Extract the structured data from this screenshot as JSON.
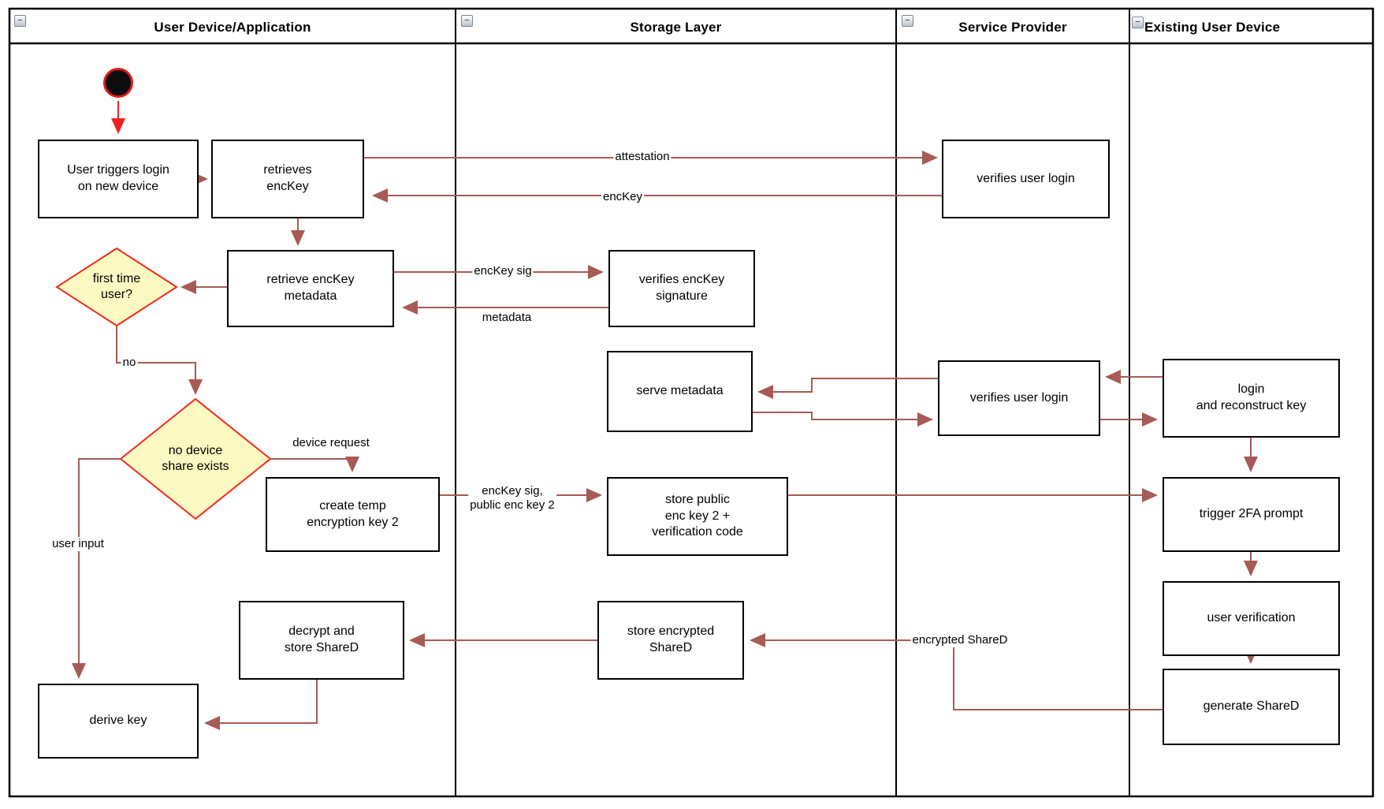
{
  "lanes": [
    {
      "id": "user-device",
      "title": "User Device/Application"
    },
    {
      "id": "storage-layer",
      "title": "Storage Layer"
    },
    {
      "id": "service-provider",
      "title": "Service Provider"
    },
    {
      "id": "existing-user-device",
      "title": "Existing User Device"
    }
  ],
  "ui": {
    "collapse_glyph": "−"
  },
  "colors": {
    "connector": "#A65B54",
    "start_accent": "#F01F1F",
    "decision_fill": "#FCF9C3",
    "decision_border": "#F02B1D",
    "node_border": "#000000",
    "node_fill": "#FFFFFF",
    "lane_border": "#000000"
  },
  "nodes": {
    "user_triggers": {
      "label": "User triggers login\non new device"
    },
    "retrieves_enckey": {
      "label": "retrieves\nencKey"
    },
    "verifies_user_login_1": {
      "label": "verifies user login"
    },
    "first_time_user": {
      "label": "first time\nuser?"
    },
    "retrieve_enckey_metadata": {
      "label": "retrieve encKey\nmetadata"
    },
    "verifies_enckey_signature": {
      "label": "verifies encKey\nsignature"
    },
    "serve_metadata": {
      "label": "serve metadata"
    },
    "verifies_user_login_2": {
      "label": "verifies user login"
    },
    "login_reconstruct": {
      "label": "login\nand reconstruct key"
    },
    "no_device_share": {
      "label": "no device\nshare exists"
    },
    "create_temp_key": {
      "label": "create temp\nencryption key 2"
    },
    "store_public_key": {
      "label": "store public\nenc key 2 +\nverification code"
    },
    "trigger_2fa": {
      "label": "trigger 2FA prompt"
    },
    "user_verification": {
      "label": "user verification"
    },
    "generate_shared": {
      "label": "generate ShareD"
    },
    "store_encrypted_shared": {
      "label": "store encrypted\nShareD"
    },
    "decrypt_store_shared": {
      "label": "decrypt and\nstore ShareD"
    },
    "derive_key": {
      "label": "derive key"
    }
  },
  "edge_labels": {
    "attestation": "attestation",
    "enckey": "encKey",
    "enckey_sig": "encKey sig",
    "metadata": "metadata",
    "no": "no",
    "device_request": "device request",
    "user_input": "user input",
    "enckey_sig_public": "encKey sig,\npublic enc key 2",
    "encrypted_shared": "encrypted ShareD"
  }
}
